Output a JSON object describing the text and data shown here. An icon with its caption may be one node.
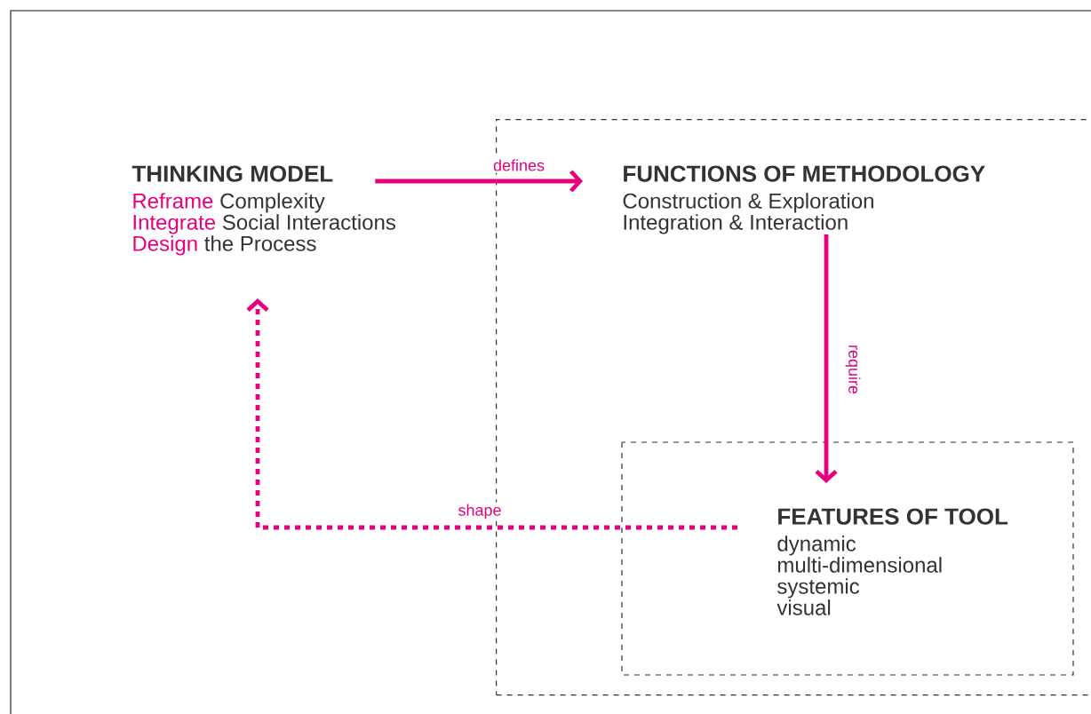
{
  "diagram": {
    "nodes": [
      {
        "text": [
          "THINKING MODEL",
          "Reframe",
          "Complexity",
          "Integrate",
          "Social Interactions",
          "Design",
          "the Process"
        ]
      },
      {
        "text": [],
        "shape": "box"
      },
      {
        "text": [
          "FUNCTIONS OF METHODOLOGY",
          "Construction & Exploration",
          "Integration & Interaction"
        ],
        "in": 1
      },
      {
        "text": [
          "FEATURES OF TOOL",
          "dynamic",
          "multi-dimensional",
          "systemic",
          "visual"
        ],
        "in": 1
      }
    ],
    "edges": [
      {
        "from": 0,
        "to": 2,
        "arrow": "to",
        "label": "defines"
      },
      {
        "from": 2,
        "to": 3,
        "arrow": "to",
        "label": "require"
      },
      {
        "from": 3,
        "to": 0,
        "arrow": "to",
        "label": "shape",
        "style": "dashed"
      }
    ]
  }
}
